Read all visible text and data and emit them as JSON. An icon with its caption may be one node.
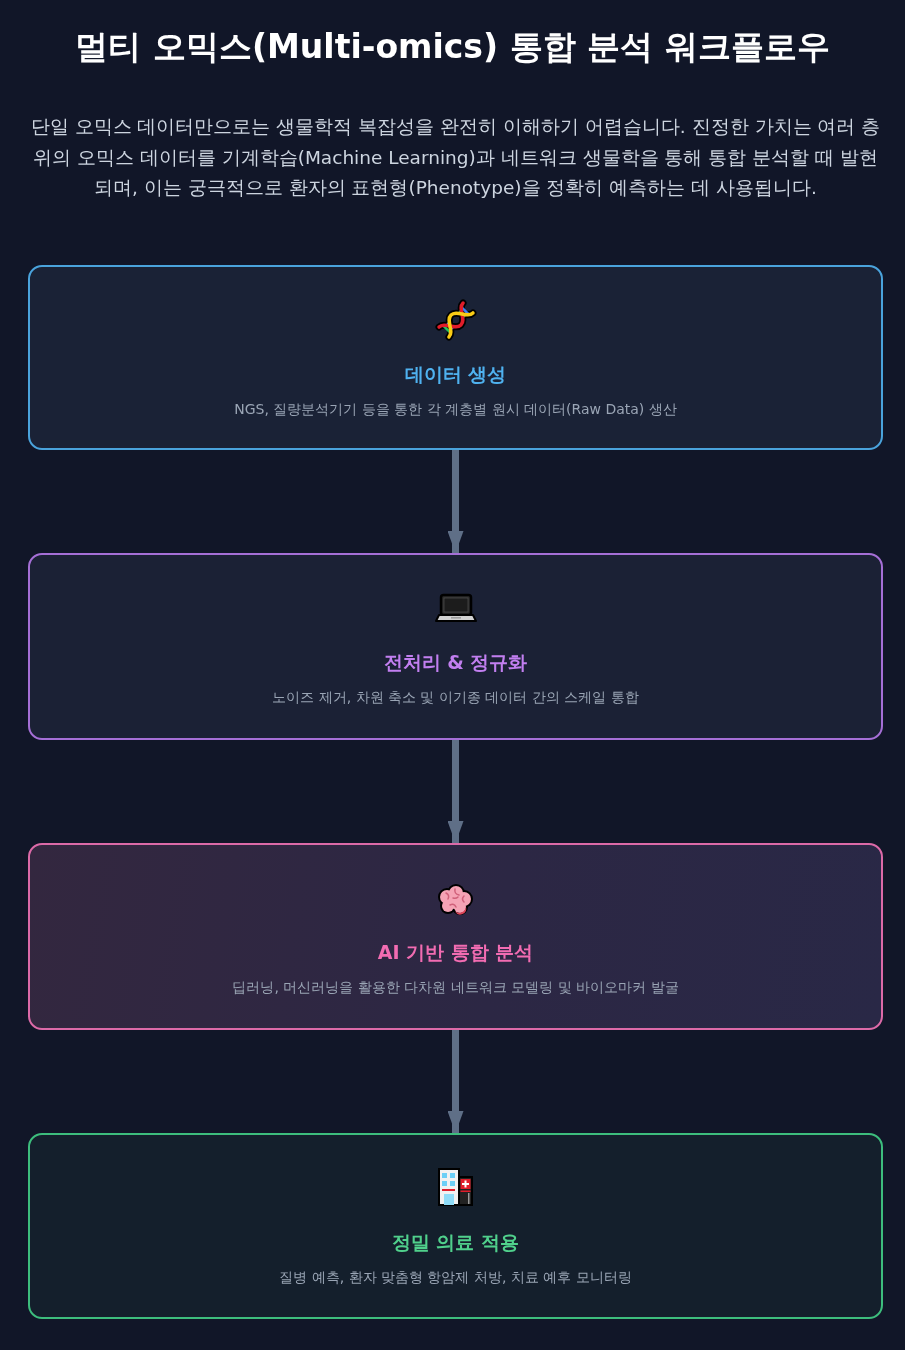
{
  "diagram": {
    "title": "멀티 오믹스(Multi-omics) 통합 분석 워크플로우",
    "nodes": [
      {
        "text": [
          "데이터 생성",
          "NGS, 질량분석기기 등을 통한 각 계층별 원시 데이터(Raw Data) 생산"
        ]
      },
      {
        "text": [
          "전처리 & 정규화",
          "노이즈 제거, 차원 축소 및 이기종 데이터 간의 스케일 통합"
        ]
      },
      {
        "text": [
          "AI 기반 통합 분석",
          "딥러닝, 머신러닝을 활용한 다차원 네트워크 모델링 및 바이오마커 발굴"
        ]
      },
      {
        "text": [
          "정밀 의료 적용",
          "질병 예측, 환자 맞춤형 항암제 처방, 치료 예후 모니터링"
        ]
      }
    ],
    "edges": [
      {
        "from": 0,
        "to": 1,
        "arrow": "to"
      },
      {
        "from": 1,
        "to": 2,
        "arrow": "to"
      },
      {
        "from": 2,
        "to": 3,
        "arrow": "to"
      }
    ],
    "labels": [
      "단일 오믹스 데이터만으로는 생물학적 복잡성을 완전히 이해하기 어렵습니다. 진정한 가치는 여러 층위의 오믹스 데이터를 기계학습(Machine Learning)과 네트워크 생물학을 통해 통합 분석할 때 발현되며, 이는 궁극적으로 환자의 표현형(Phenotype)을 정확히 예측하는 데 사용됩니다."
    ]
  }
}
